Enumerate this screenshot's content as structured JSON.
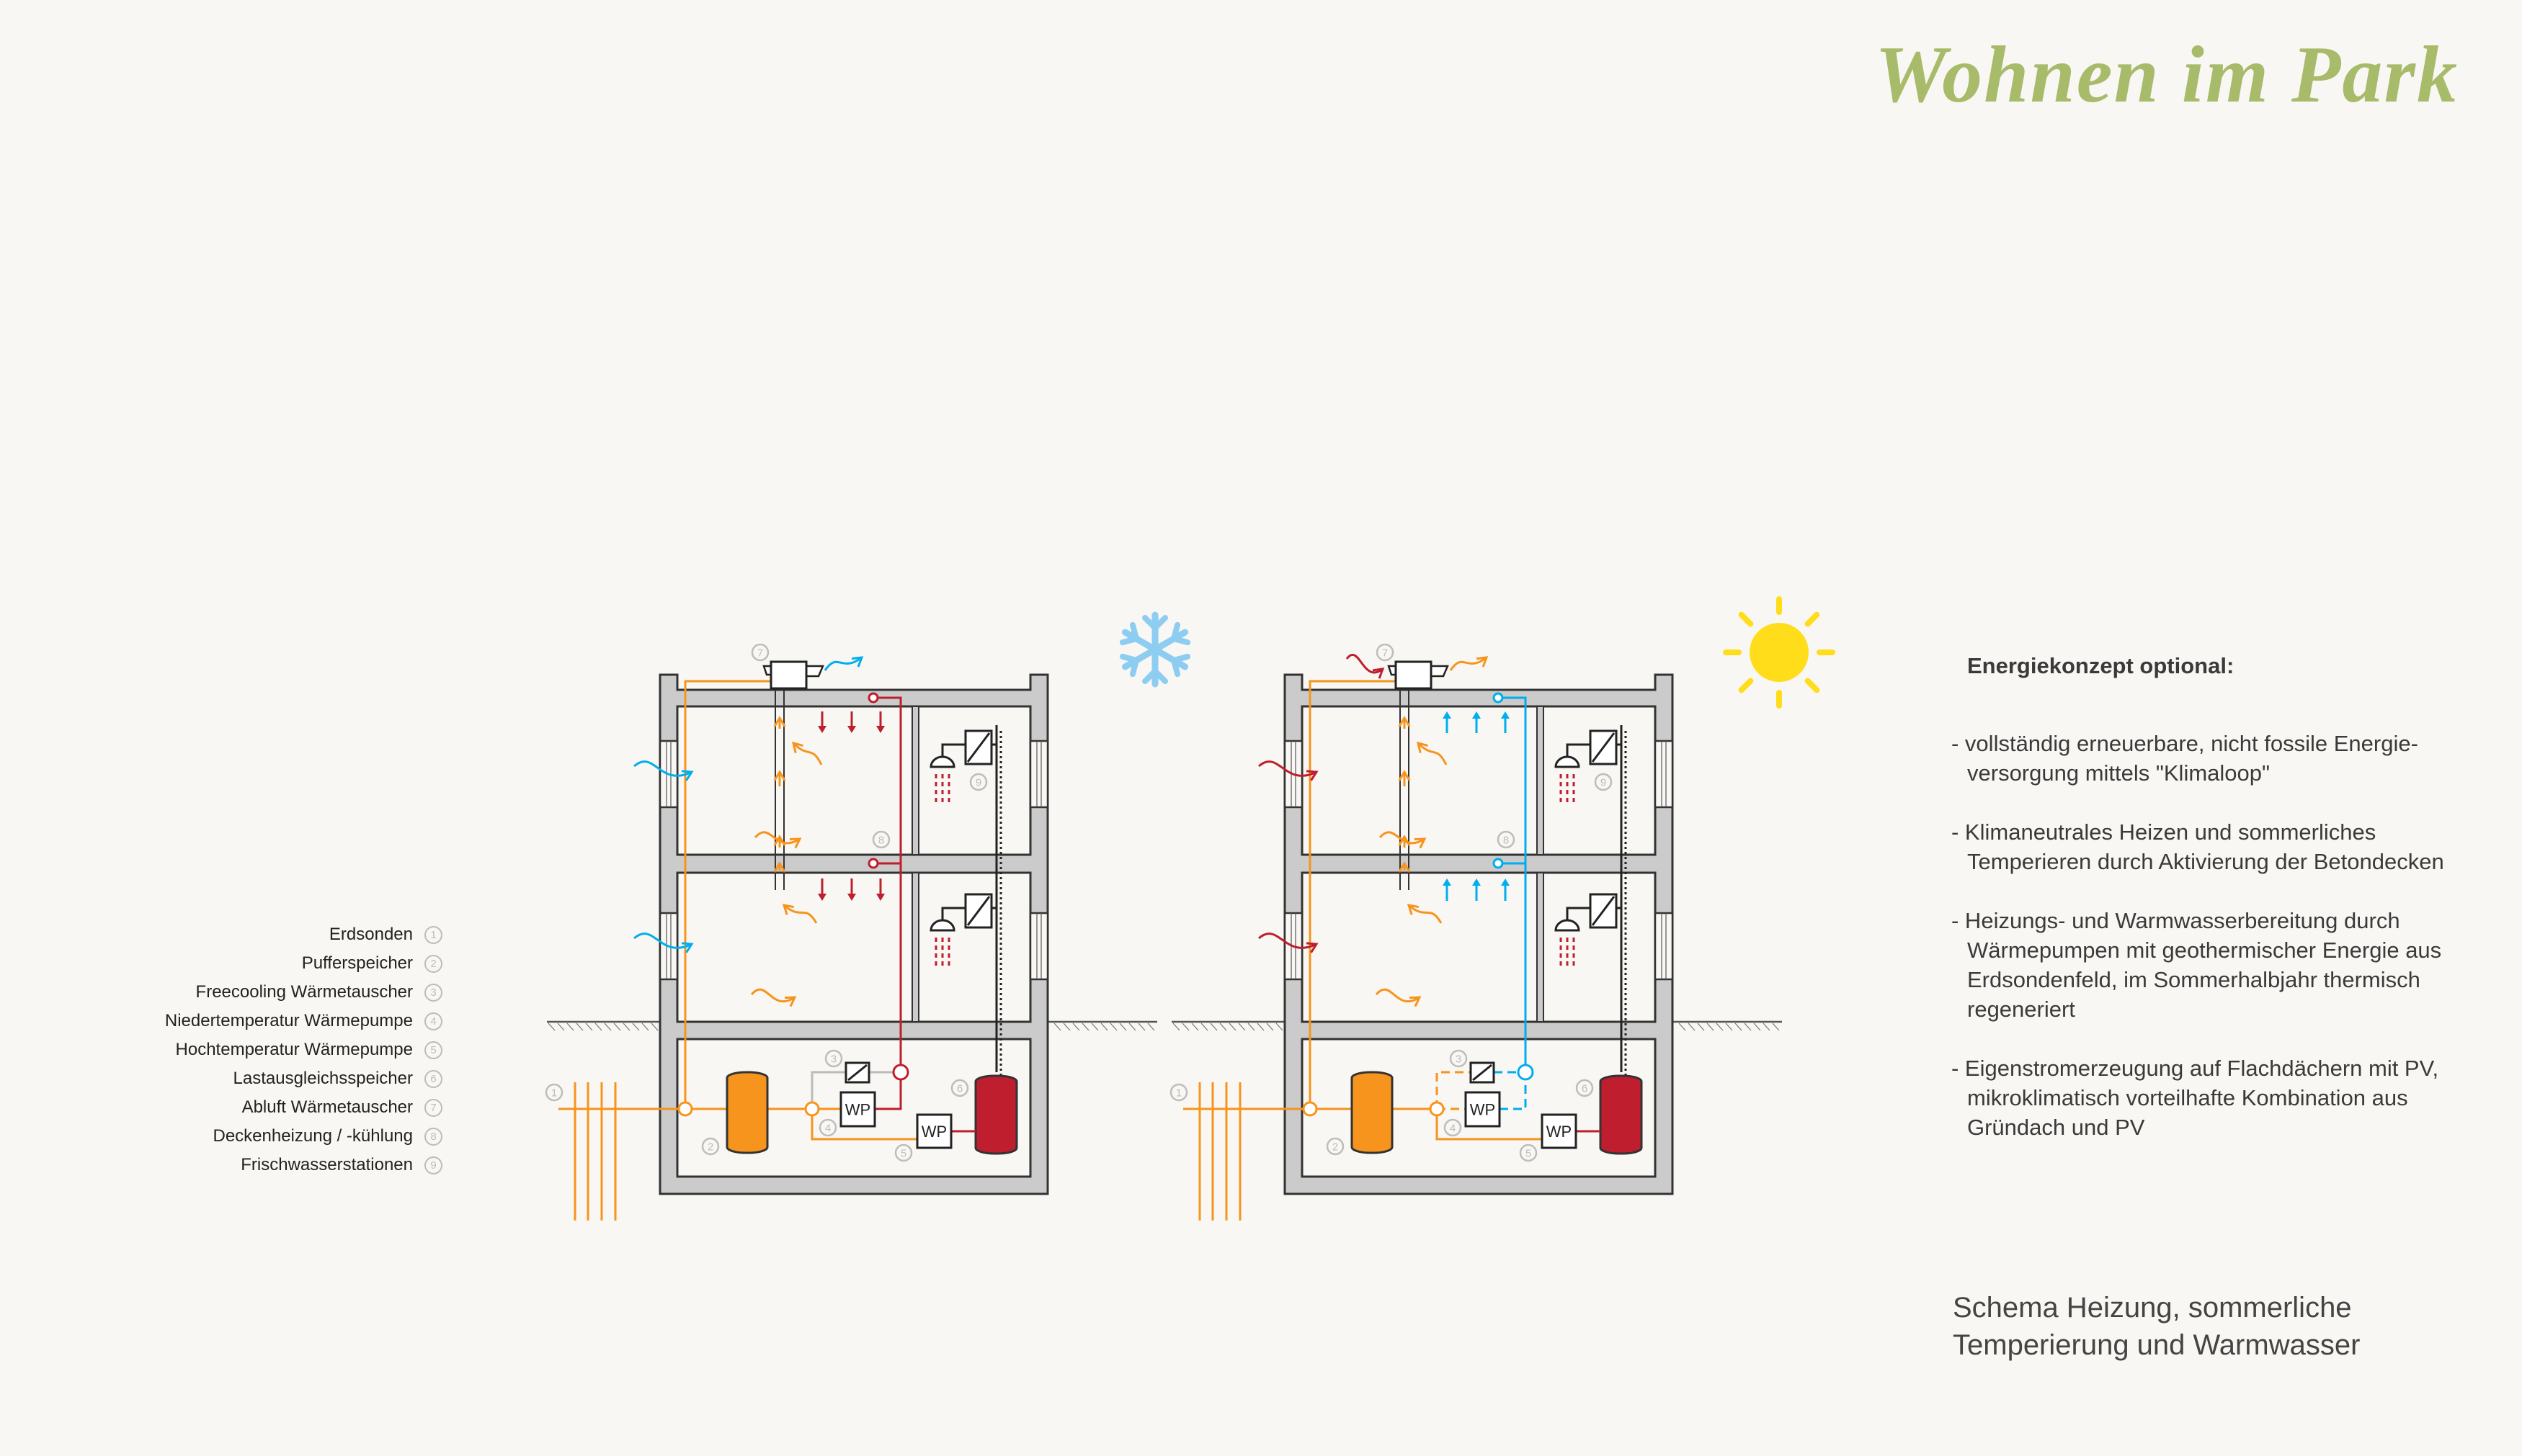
{
  "title": "Wohnen im Park",
  "legend": [
    {
      "num": "1",
      "label": "Erdsonden"
    },
    {
      "num": "2",
      "label": "Pufferspeicher"
    },
    {
      "num": "3",
      "label": "Freecooling Wärmetauscher"
    },
    {
      "num": "4",
      "label": "Niedertemperatur Wärmepumpe"
    },
    {
      "num": "5",
      "label": "Hochtemperatur Wärmepumpe"
    },
    {
      "num": "6",
      "label": "Lastausgleichsspeicher"
    },
    {
      "num": "7",
      "label": "Abluft Wärmetauscher"
    },
    {
      "num": "8",
      "label": "Deckenheizung / -kühlung"
    },
    {
      "num": "9",
      "label": "Frischwasserstationen"
    }
  ],
  "diagrams": {
    "winter": {
      "season_icon": "snowflake-icon",
      "mode": "heating"
    },
    "summer": {
      "season_icon": "sun-icon",
      "mode": "cooling"
    },
    "heat_pump_label": "WP"
  },
  "concept": {
    "heading": "Energiekonzept optional:",
    "bullets": [
      "- vollständig erneuerbare, nicht fossile Energie-\nversorgung mittels \"Klimaloop\"",
      "- Klimaneutrales Heizen und sommerliches\nTemperieren durch Aktivierung der Betondecken",
      "- Heizungs- und Warmwasserbereitung durch\nWärmepumpen mit geothermischer Energie aus\nErdsondenfeld, im Sommerhalbjahr thermisch\nregeneriert",
      "- Eigenstromerzeugung auf Flachdächern mit PV,\nmikroklimatisch vorteilhafte Kombination aus\nGründach und PV"
    ]
  },
  "caption": {
    "line1": "Schema Heizung, sommerliche",
    "line2": "Temperierung und Warmwasser"
  },
  "colors": {
    "background": "#f8f7f3",
    "title": "#a8bb6a",
    "orange": "#f7941d",
    "red": "#be1e2d",
    "blue": "#00aeef",
    "wall": "#cbcbcb",
    "snow": "#8ecdf2",
    "sun": "#ffdd1a"
  }
}
